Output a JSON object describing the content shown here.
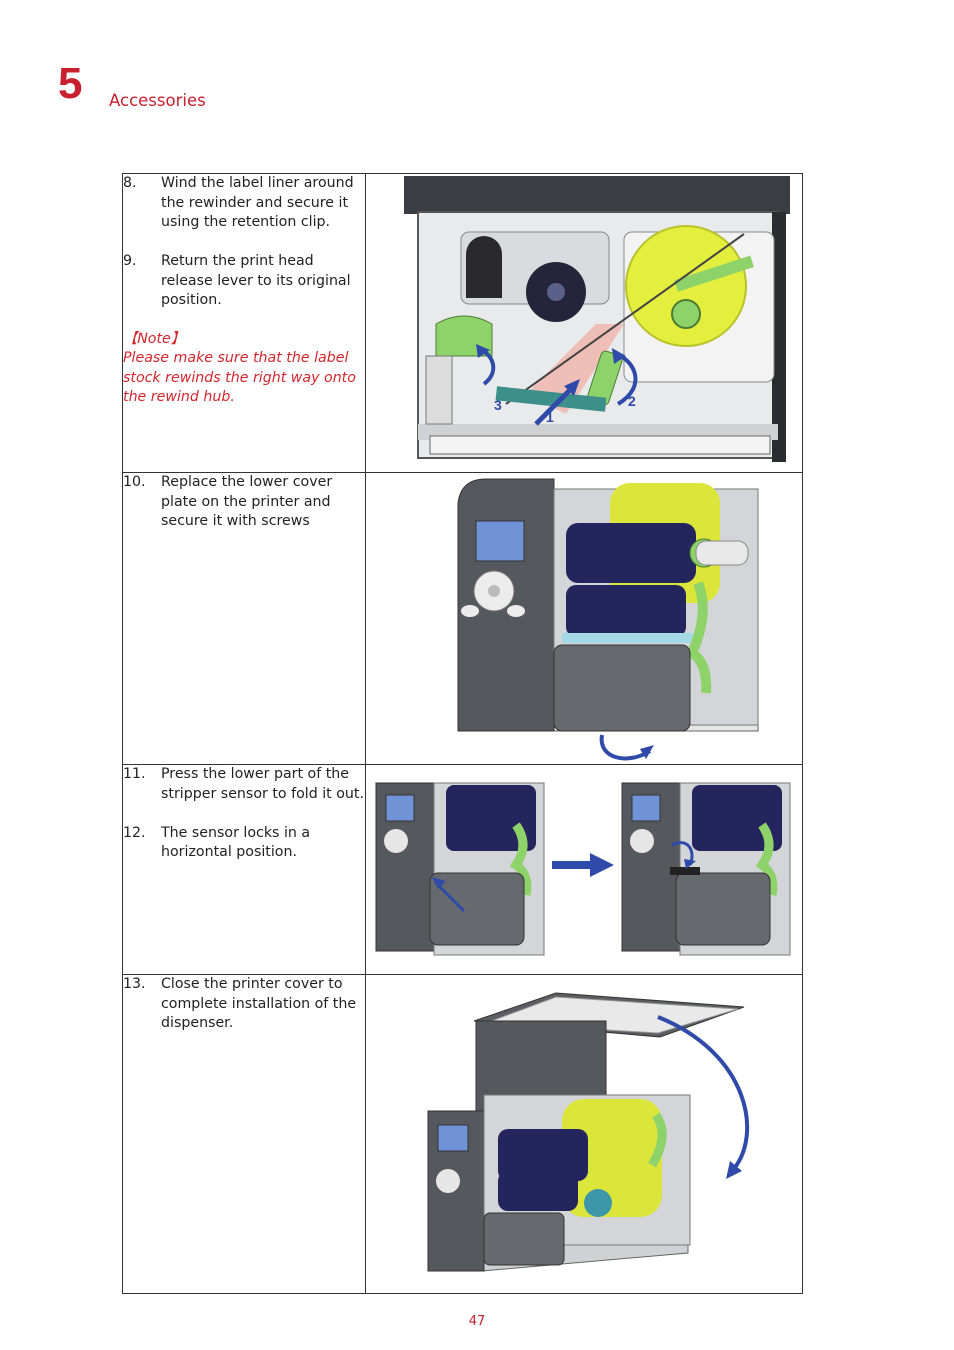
{
  "header": {
    "chapter_number": "5",
    "chapter_title": "Accessories"
  },
  "rows": [
    {
      "steps": [
        {
          "num": "8.",
          "text": "Wind the label liner around the rewinder and secure it using the retention clip."
        },
        {
          "num": "9.",
          "text": "Return the print head release lever to its original position."
        }
      ],
      "note_heading": "【Note】",
      "note_text": "Please make sure that the label stock rewinds the right way onto the rewind hub.",
      "image_labels": [
        "1",
        "2",
        "3"
      ]
    },
    {
      "steps": [
        {
          "num": "10.",
          "text": "Replace the lower cover plate on the printer and secure it with screws"
        }
      ]
    },
    {
      "steps": [
        {
          "num": "11.",
          "text": "Press the lower part of the stripper sensor to fold it out."
        },
        {
          "num": "12.",
          "text": "The sensor locks in a horizontal position."
        }
      ]
    },
    {
      "steps": [
        {
          "num": "13.",
          "text": "Close the printer cover to complete installation of the dispenser."
        }
      ]
    }
  ],
  "footer": {
    "page_number": "47"
  },
  "colors": {
    "accent_red": "#c8202f",
    "note_red": "#d6262d",
    "arrow_blue": "#2f4aa8",
    "label_yellow": "#e4ee3c",
    "part_green": "#8ed36a"
  }
}
